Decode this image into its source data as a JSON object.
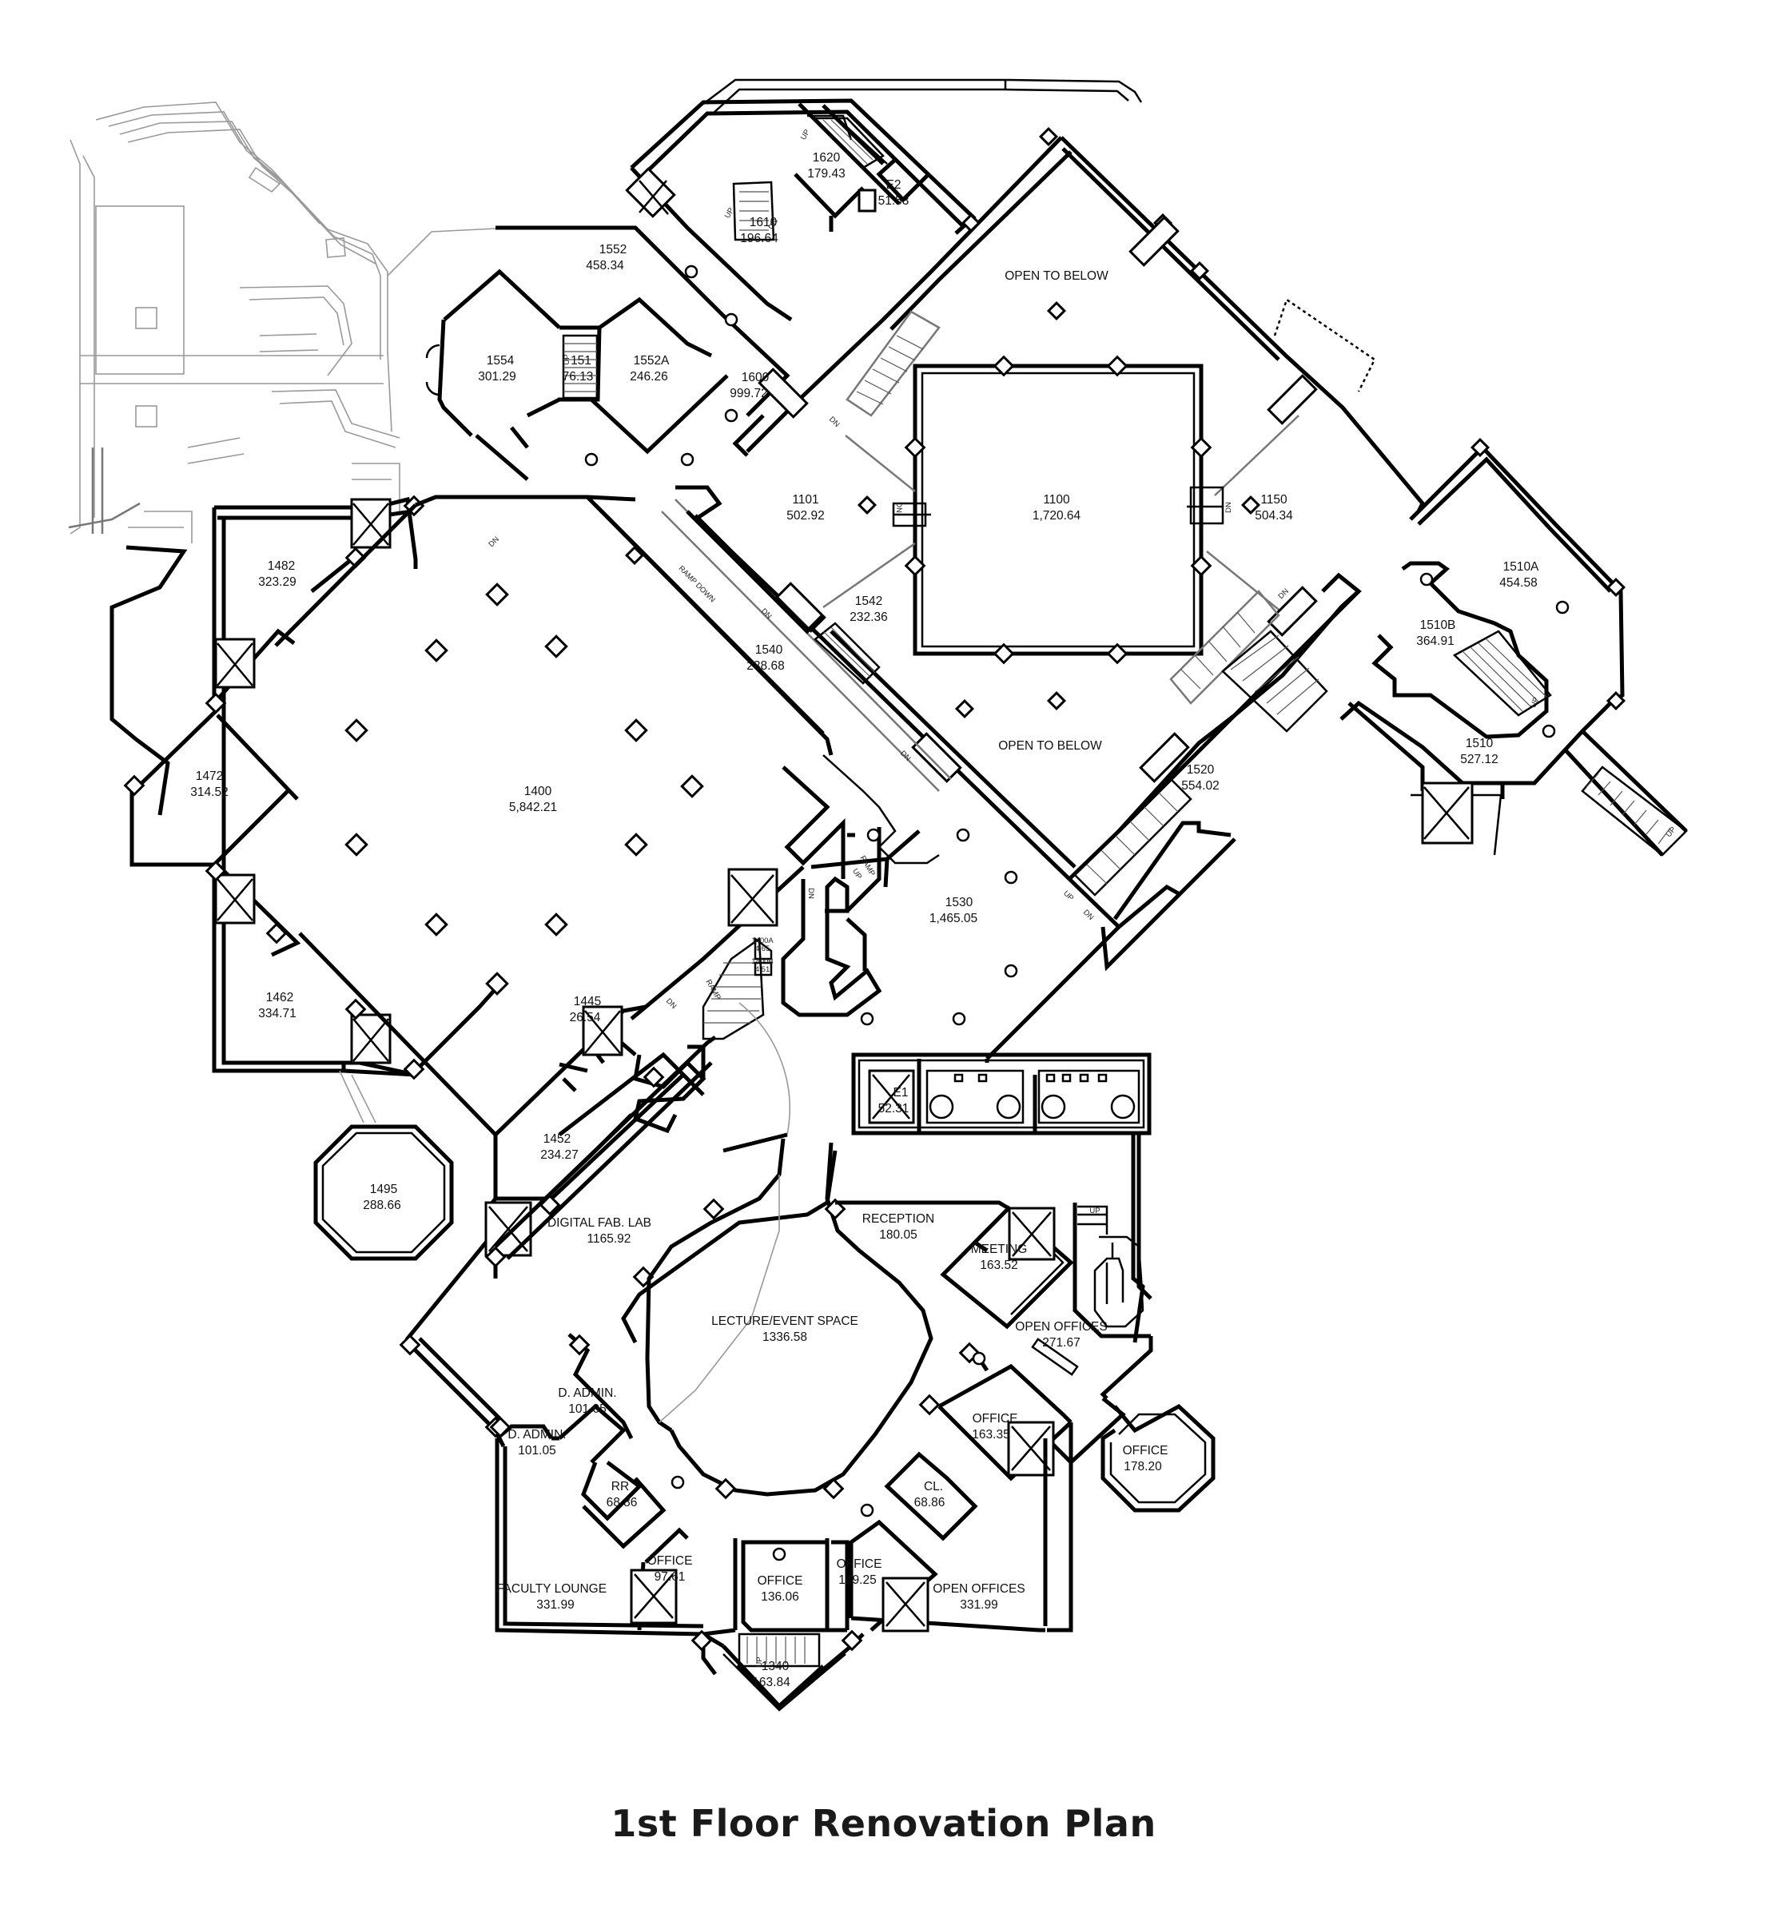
{
  "title": "1st Floor Renovation Plan",
  "rooms": [
    {
      "id": "r1620",
      "name": "1620",
      "area": "179.43"
    },
    {
      "id": "rE2",
      "name": "E2",
      "area": "51.53"
    },
    {
      "id": "r1610",
      "name": "1610",
      "area": "196.64"
    },
    {
      "id": "r1552",
      "name": "1552",
      "area": "458.34"
    },
    {
      "id": "r1554",
      "name": "1554",
      "area": "301.29"
    },
    {
      "id": "r151",
      "name": "151",
      "area": "76.13"
    },
    {
      "id": "r1552A",
      "name": "1552A",
      "area": "246.26"
    },
    {
      "id": "r1600",
      "name": "1600",
      "area": "999.72"
    },
    {
      "id": "rOTB1",
      "name": "OPEN TO BELOW",
      "area": ""
    },
    {
      "id": "r1101",
      "name": "1101",
      "area": "502.92"
    },
    {
      "id": "r1100",
      "name": "1100",
      "area": "1,720.64"
    },
    {
      "id": "r1150",
      "name": "1150",
      "area": "504.34"
    },
    {
      "id": "r1510A",
      "name": "1510A",
      "area": "454.58"
    },
    {
      "id": "r1510B",
      "name": "1510B",
      "area": "364.91"
    },
    {
      "id": "r1510",
      "name": "1510",
      "area": "527.12"
    },
    {
      "id": "r1482",
      "name": "1482",
      "area": "323.29"
    },
    {
      "id": "r1542",
      "name": "1542",
      "area": "232.36"
    },
    {
      "id": "r1540",
      "name": "1540",
      "area": "238.68"
    },
    {
      "id": "rOTB2",
      "name": "OPEN TO BELOW",
      "area": ""
    },
    {
      "id": "r1520",
      "name": "1520",
      "area": "554.02"
    },
    {
      "id": "r1472",
      "name": "1472",
      "area": "314.52"
    },
    {
      "id": "r1400",
      "name": "1400",
      "area": "5,842.21"
    },
    {
      "id": "r1530",
      "name": "1530",
      "area": "1,465.05"
    },
    {
      "id": "r1462",
      "name": "1462",
      "area": "334.71"
    },
    {
      "id": "r1445",
      "name": "1445",
      "area": "26.54"
    },
    {
      "id": "rE1",
      "name": "E1",
      "area": "52.31"
    },
    {
      "id": "r1452",
      "name": "1452",
      "area": "234.27"
    },
    {
      "id": "r1495",
      "name": "1495",
      "area": "288.66"
    },
    {
      "id": "rDFL",
      "name": "DIGITAL FAB. LAB",
      "area": "1165.92"
    },
    {
      "id": "rREC",
      "name": "RECEPTION",
      "area": "180.05"
    },
    {
      "id": "rMEET",
      "name": "MEETING",
      "area": "163.52"
    },
    {
      "id": "rLEC",
      "name": "LECTURE/EVENT SPACE",
      "area": "1336.58"
    },
    {
      "id": "rOPEN1",
      "name": "OPEN OFFICES",
      "area": "271.67"
    },
    {
      "id": "rDA1",
      "name": "D. ADMIN.",
      "area": "101.05"
    },
    {
      "id": "rDA2",
      "name": "D. ADMIN.",
      "area": "101.05"
    },
    {
      "id": "rOFF1",
      "name": "OFFICE",
      "area": "163.35"
    },
    {
      "id": "rOFF2",
      "name": "OFFICE",
      "area": "178.20"
    },
    {
      "id": "rRR",
      "name": "RR",
      "area": "68.86"
    },
    {
      "id": "rCL",
      "name": "CL.",
      "area": "68.86"
    },
    {
      "id": "rOFF3",
      "name": "OFFICE",
      "area": "97.61"
    },
    {
      "id": "rOFF4",
      "name": "OFFICE",
      "area": "149.25"
    },
    {
      "id": "rFAC",
      "name": "FACULTY LOUNGE",
      "area": "331.99"
    },
    {
      "id": "rOFF5",
      "name": "OFFICE",
      "area": "136.06"
    },
    {
      "id": "rOPEN2",
      "name": "OPEN OFFICES",
      "area": "331.99"
    },
    {
      "id": "r1340",
      "name": "1340",
      "area": "163.84"
    }
  ],
  "annotations": {
    "up": "UP",
    "dn": "DN",
    "ramp_down": "RAMP DOWN",
    "ramp": "RAMP",
    "ramp_up": "RAMP UP",
    "r1400a": "1400A",
    "r1400a_area": "4.65",
    "r1400b": "1400B",
    "r1400b_area": "4.51"
  }
}
